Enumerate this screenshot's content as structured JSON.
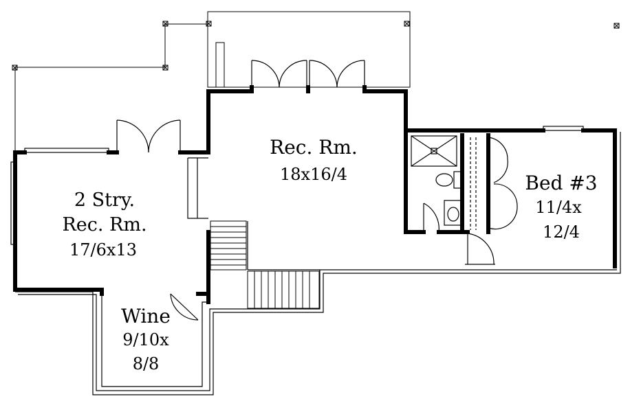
{
  "colors": {
    "wall": "#000000",
    "line": "#000000",
    "background": "#ffffff"
  },
  "rooms": {
    "rec_rm": {
      "line1": "Rec. Rm.",
      "line2": "18x16/4"
    },
    "two_story": {
      "line1": "2 Stry.",
      "line2": "Rec. Rm.",
      "line3": "17/6x13"
    },
    "bed3": {
      "line1": "Bed #3",
      "line2": "11/4x",
      "line3": "12/4"
    },
    "wine": {
      "line1": "Wine",
      "line2": "9/10x",
      "line3": "8/8"
    }
  }
}
